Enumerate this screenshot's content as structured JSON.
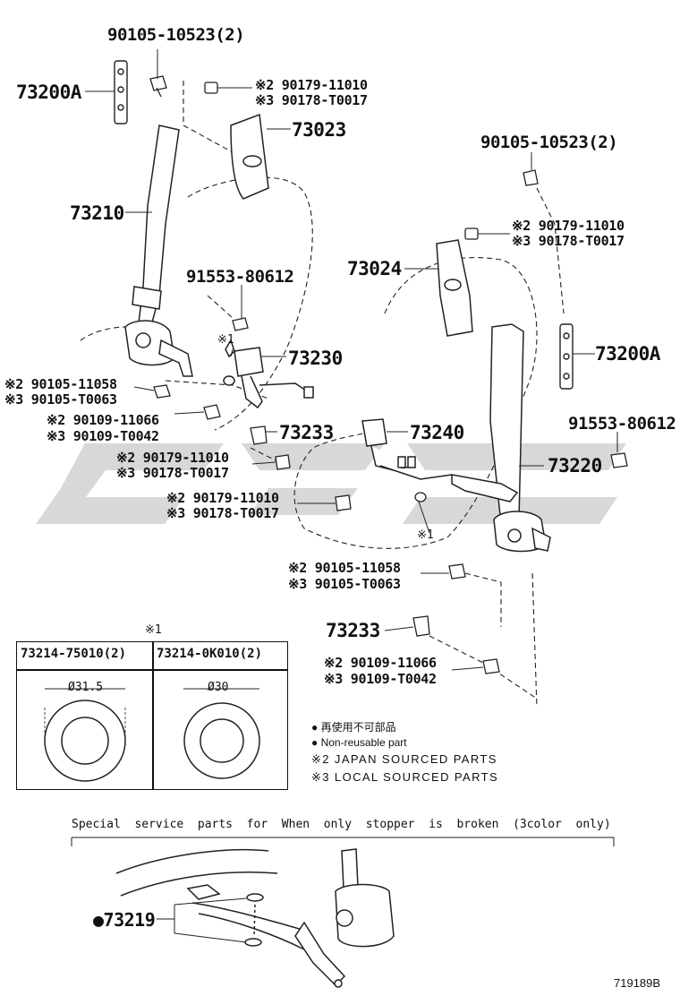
{
  "labels": {
    "p_top_bolt": "90105-10523(2)",
    "p_73200A_left": "73200A",
    "p_nut_j": "※2 90179-11010",
    "p_nut_l": "※3 90178-T0017",
    "p_73023": "73023",
    "p_73210": "73210",
    "p_91553_left": "91553-80612",
    "p_ast1_left": "※1",
    "p_73230": "73230",
    "p_bolt1_j": "※2 90105-11058",
    "p_bolt1_l": "※3 90105-T0063",
    "p_bolt2_j": "※2 90109-11066",
    "p_bolt2_l": "※3 90109-T0042",
    "p_73233_left": "73233",
    "p_nut2_j": "※2 90179-11010",
    "p_nut2_l": "※3 90178-T0017",
    "p_nut3_j": "※2 90179-11010",
    "p_nut3_l": "※3 90178-T0017",
    "p_right_top_bolt": "90105-10523(2)",
    "p_right_nut_j": "※2 90179-11010",
    "p_right_nut_l": "※3 90178-T0017",
    "p_73024": "73024",
    "p_73200A_right": "73200A",
    "p_91553_right": "91553-80612",
    "p_73240": "73240",
    "p_73220": "73220",
    "p_ast1_right": "※1",
    "p_rbolt_j": "※2 90105-11058",
    "p_rbolt_l": "※3 90105-T0063",
    "p_73233_right": "73233",
    "p_rbolt2_j": "※2 90109-11066",
    "p_rbolt2_l": "※3 90109-T0042",
    "p_73219": "●73219",
    "fig_code": "719189B"
  },
  "table": {
    "marker": "※1",
    "col1_header": "73214-75010(2)",
    "col2_header": "73214-0K010(2)",
    "col1_dim": "Ø31.5",
    "col2_dim": "Ø30"
  },
  "legend": {
    "line1_jp": "● 再使用不可部品",
    "line1_en": "● Non-reusable part",
    "line2": "※2 JAPAN SOURCED PARTS",
    "line3": "※3 LOCAL SOURCED PARTS"
  },
  "special_note": "Special  service  parts  for  When  only  stopper  is  broken  (3color  only)"
}
